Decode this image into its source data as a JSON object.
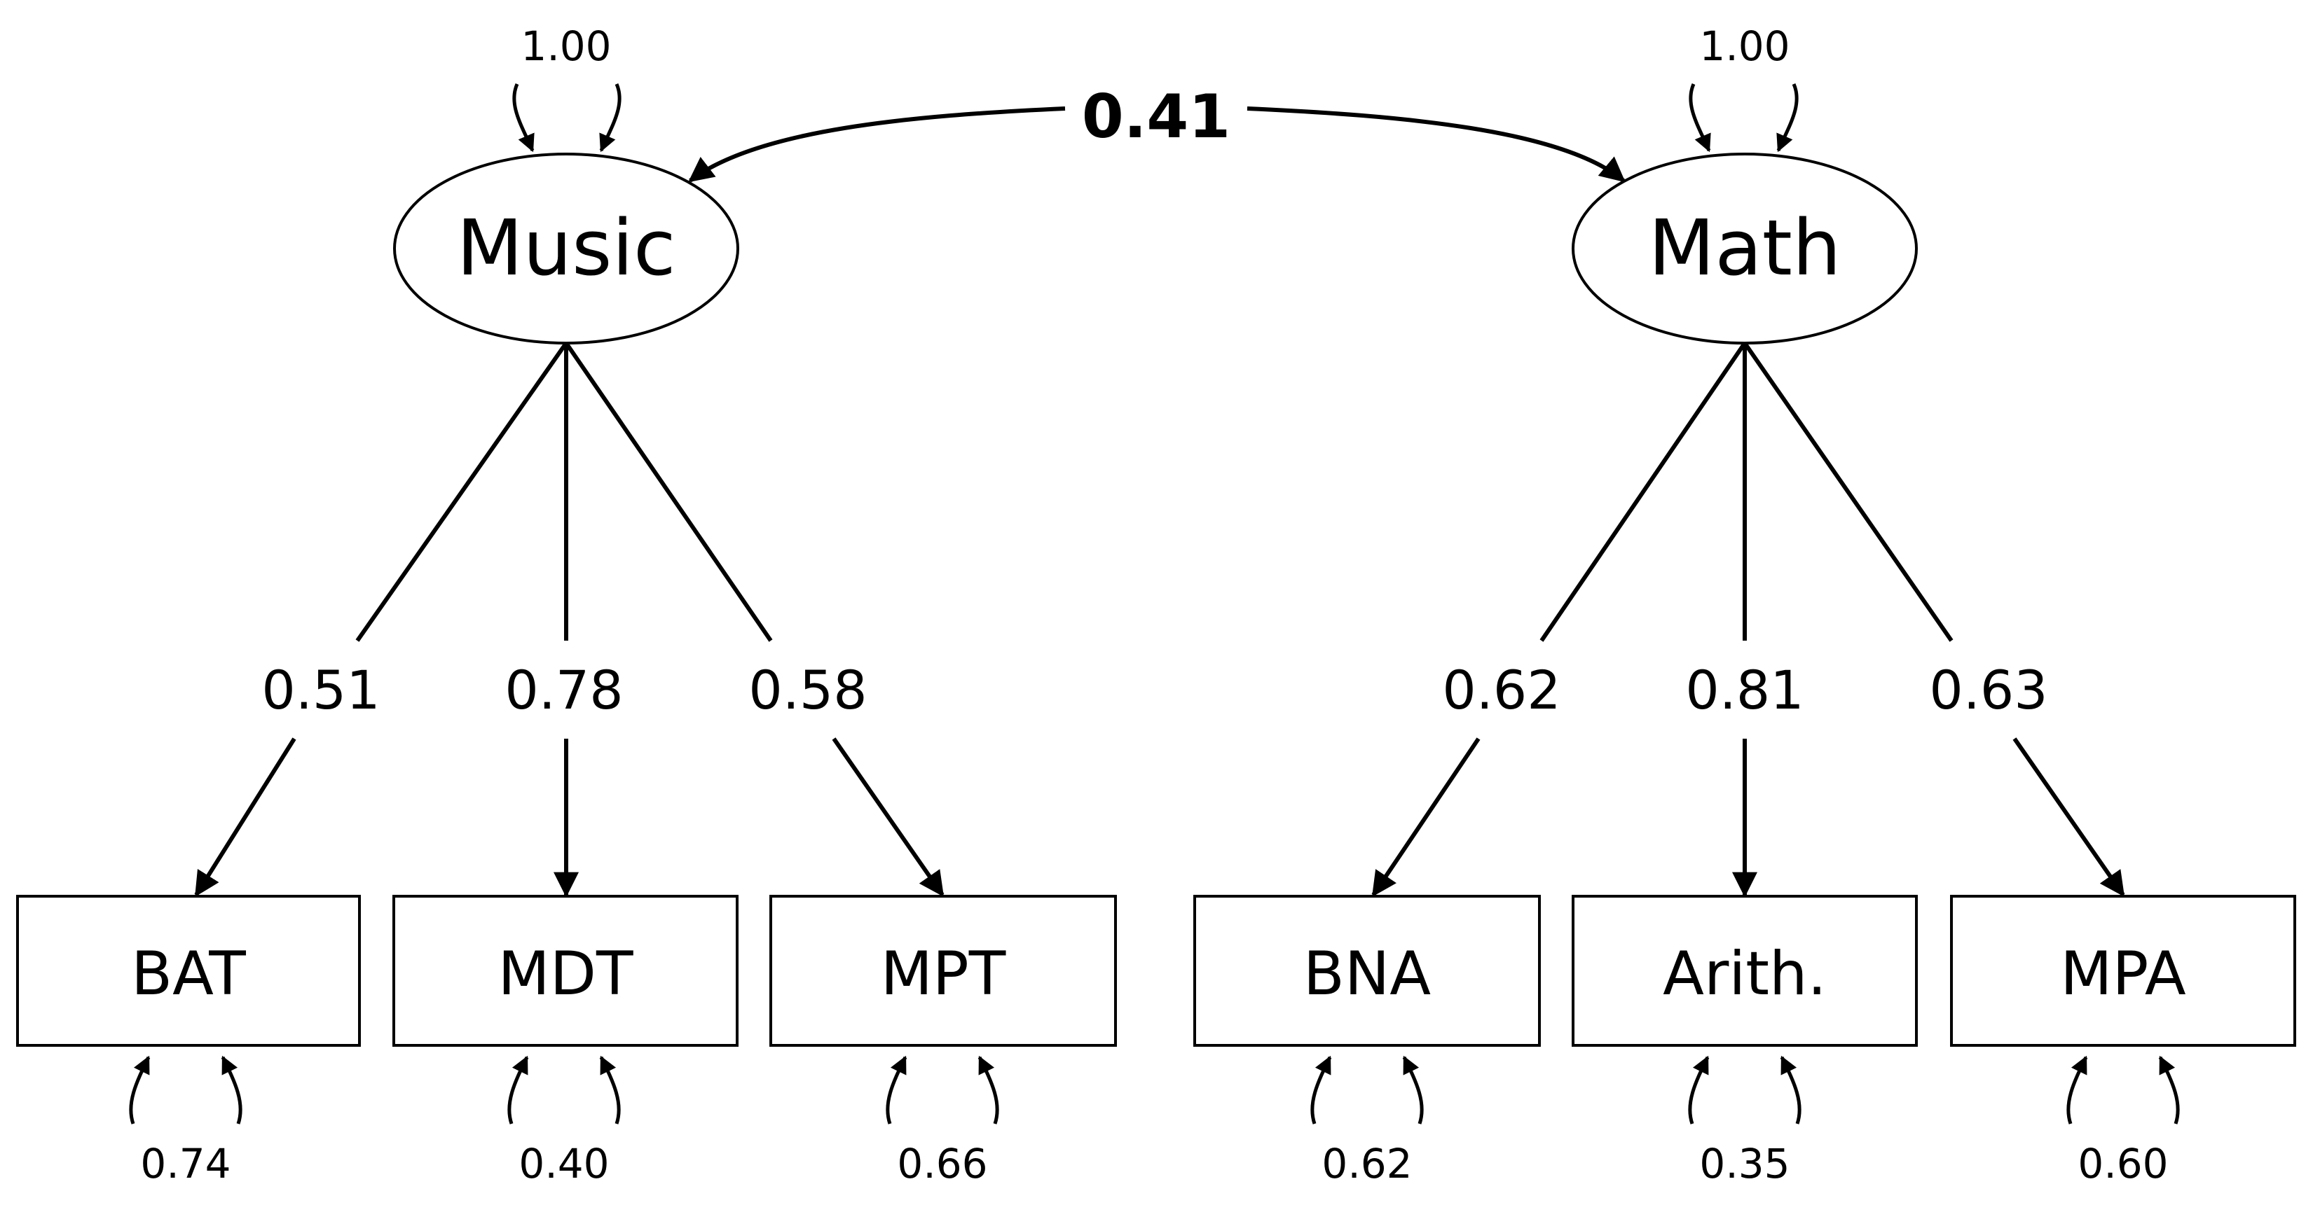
{
  "latents": [
    {
      "id": "music",
      "label": "Music",
      "variance": "1.00"
    },
    {
      "id": "math",
      "label": "Math",
      "variance": "1.00"
    }
  ],
  "correlation": {
    "label": "0.41",
    "between": [
      "Music",
      "Math"
    ]
  },
  "indicators": [
    {
      "label": "BAT",
      "factor": "Music",
      "loading": "0.51",
      "residual": "0.74"
    },
    {
      "label": "MDT",
      "factor": "Music",
      "loading": "0.78",
      "residual": "0.40"
    },
    {
      "label": "MPT",
      "factor": "Music",
      "loading": "0.58",
      "residual": "0.66"
    },
    {
      "label": "BNA",
      "factor": "Math",
      "loading": "0.62",
      "residual": "0.62"
    },
    {
      "label": "Arith.",
      "factor": "Math",
      "loading": "0.81",
      "residual": "0.35"
    },
    {
      "label": "MPA",
      "factor": "Math",
      "loading": "0.63",
      "residual": "0.60"
    }
  ]
}
